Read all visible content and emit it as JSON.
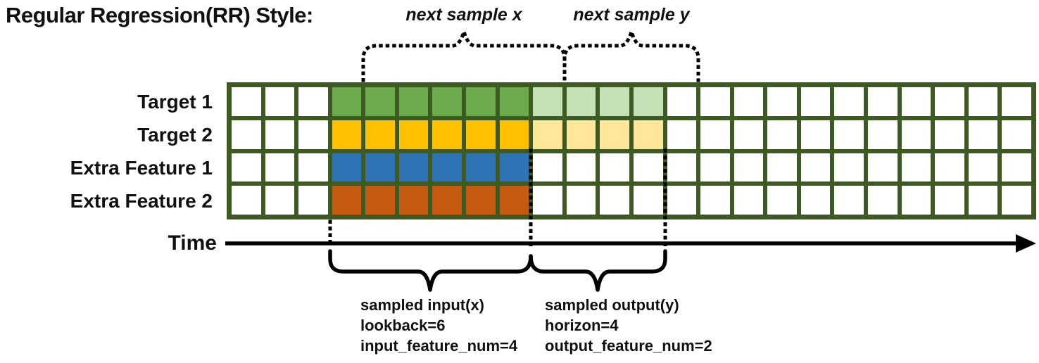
{
  "title": "Regular Regression(RR) Style:",
  "grid": {
    "columns": 24,
    "border_color": "#3D5A22",
    "empty_color": "#FFFFFF",
    "rows": [
      {
        "label": "Target 1",
        "fill": "#6DA94D",
        "light_fill": "#C5E0B4",
        "solid_start": 3,
        "solid_end": 8,
        "light_start": 9,
        "light_end": 12
      },
      {
        "label": "Target 2",
        "fill": "#FFC000",
        "light_fill": "#FFE699",
        "solid_start": 3,
        "solid_end": 8,
        "light_start": 9,
        "light_end": 12
      },
      {
        "label": "Extra Feature 1",
        "fill": "#2E74B5",
        "light_fill": null,
        "solid_start": 3,
        "solid_end": 8,
        "light_start": null,
        "light_end": null
      },
      {
        "label": "Extra Feature 2",
        "fill": "#C55A11",
        "light_fill": null,
        "solid_start": 3,
        "solid_end": 8,
        "light_start": null,
        "light_end": null
      }
    ]
  },
  "annotations": {
    "next_sample_x": "next sample x",
    "next_sample_y": "next sample y",
    "time_label": "Time",
    "input_lines": [
      "sampled input(x)",
      "lookback=6",
      "input_feature_num=4"
    ],
    "output_lines": [
      "sampled output(y)",
      "horizon=4",
      "output_feature_num=2"
    ]
  }
}
